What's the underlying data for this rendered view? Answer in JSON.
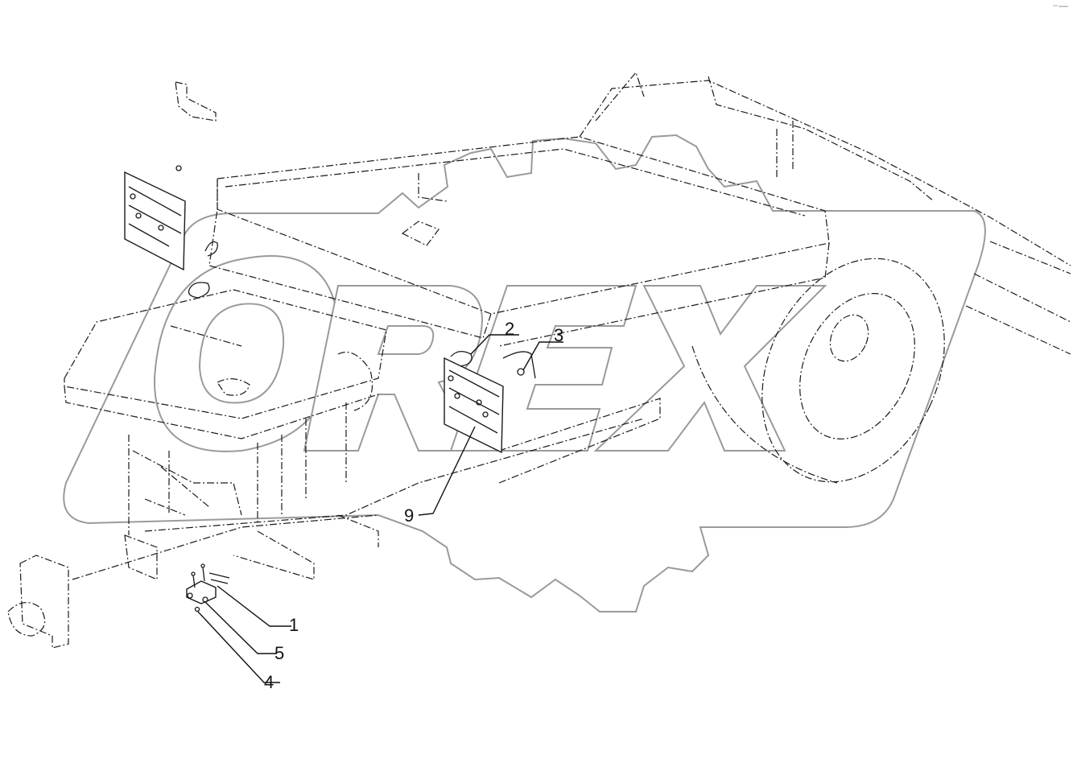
{
  "watermark": {
    "text": "OREX",
    "stroke_color": "#9a9a9a"
  },
  "corner_mark": "°°° ====",
  "callouts": [
    {
      "id": "1",
      "label": "1"
    },
    {
      "id": "2",
      "label": "2"
    },
    {
      "id": "3",
      "label": "3"
    },
    {
      "id": "4",
      "label": "4"
    },
    {
      "id": "5",
      "label": "5"
    },
    {
      "id": "9",
      "label": "9"
    }
  ],
  "colors": {
    "line": "#1a1a1a",
    "background": "#ffffff"
  }
}
